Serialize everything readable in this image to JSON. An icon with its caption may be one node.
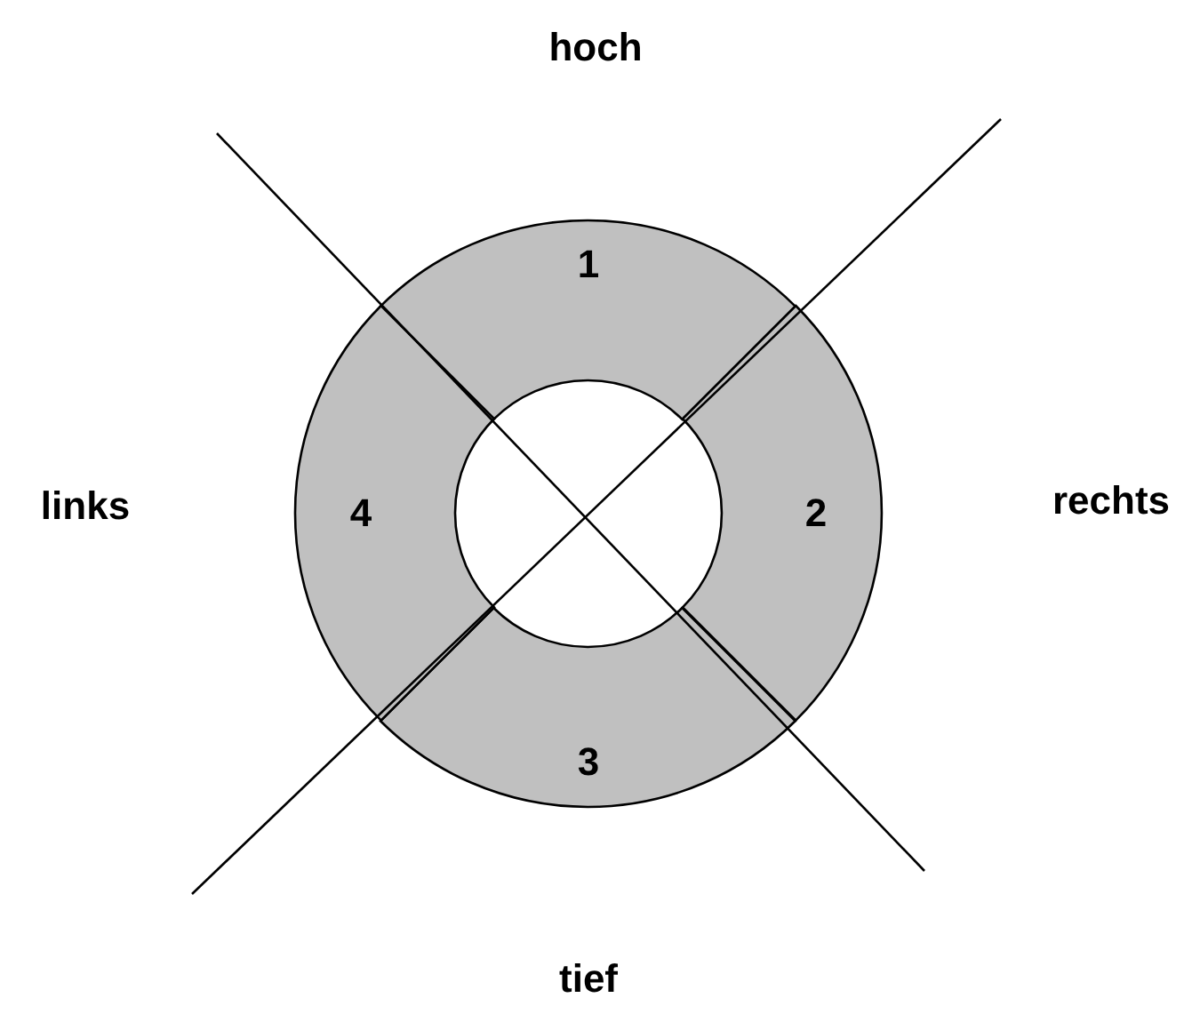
{
  "diagram": {
    "nodes": [
      {
        "text": [
          "1"
        ]
      },
      {
        "text": [
          "2"
        ]
      },
      {
        "text": [
          "3"
        ]
      },
      {
        "text": [
          "4"
        ]
      }
    ],
    "labels": [
      "hoch",
      "links",
      "rechts",
      "tief"
    ]
  }
}
